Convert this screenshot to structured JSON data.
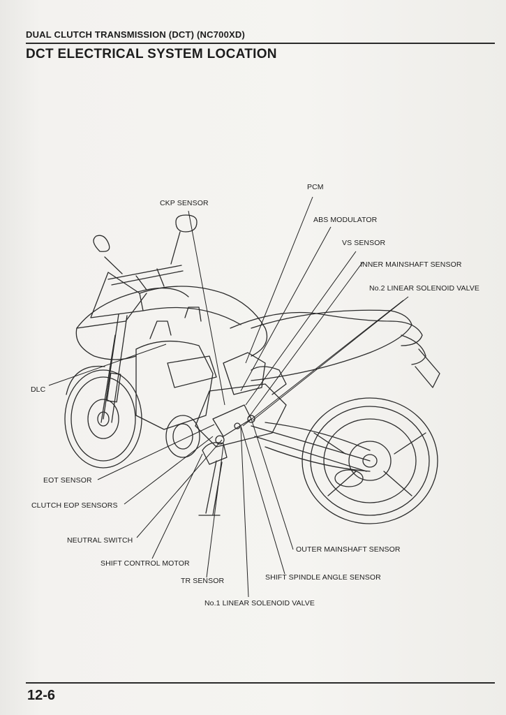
{
  "header": {
    "section": "DUAL CLUTCH TRANSMISSION (DCT) (NC700XD)",
    "title": "DCT ELECTRICAL SYSTEM LOCATION"
  },
  "labels": {
    "pcm": "PCM",
    "ckp_sensor": "CKP SENSOR",
    "abs_modulator": "ABS MODULATOR",
    "vs_sensor": "VS SENSOR",
    "inner_mainshaft_sensor": "INNER MAINSHAFT SENSOR",
    "no2_linear_solenoid_valve": "No.2 LINEAR SOLENOID VALVE",
    "dlc": "DLC",
    "eot_sensor": "EOT SENSOR",
    "clutch_eop_sensors": "CLUTCH EOP SENSORS",
    "neutral_switch": "NEUTRAL SWITCH",
    "shift_control_motor": "SHIFT CONTROL MOTOR",
    "tr_sensor": "TR SENSOR",
    "outer_mainshaft_sensor": "OUTER MAINSHAFT SENSOR",
    "shift_spindle_angle_sensor": "SHIFT SPINDLE ANGLE SENSOR",
    "no1_linear_solenoid_valve": "No.1 LINEAR SOLENOID VALVE"
  },
  "footer": {
    "page_number": "12-6"
  }
}
